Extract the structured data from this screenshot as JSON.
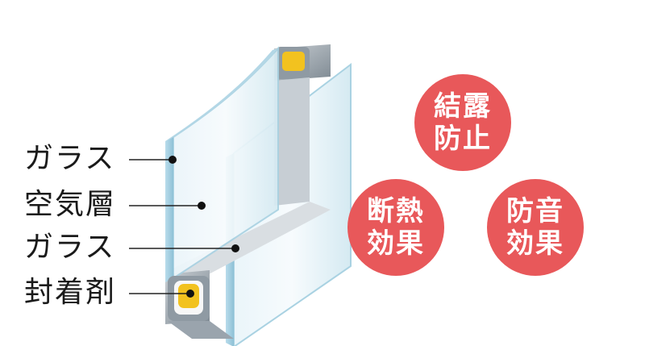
{
  "labels": {
    "glass_outer": "ガラス",
    "air_layer": "空気層",
    "glass_inner": "ガラス",
    "sealant": "封着剤"
  },
  "badges": [
    {
      "line1": "結露",
      "line2": "防止"
    },
    {
      "line1": "断熱",
      "line2": "効果"
    },
    {
      "line1": "防音",
      "line2": "効果"
    }
  ],
  "colors": {
    "badge": "#e8585a",
    "glass": "#cfe6ef",
    "glass_edge": "#9cc8da",
    "frame": "#8f9aa3",
    "sealant": "#f2c21f"
  }
}
